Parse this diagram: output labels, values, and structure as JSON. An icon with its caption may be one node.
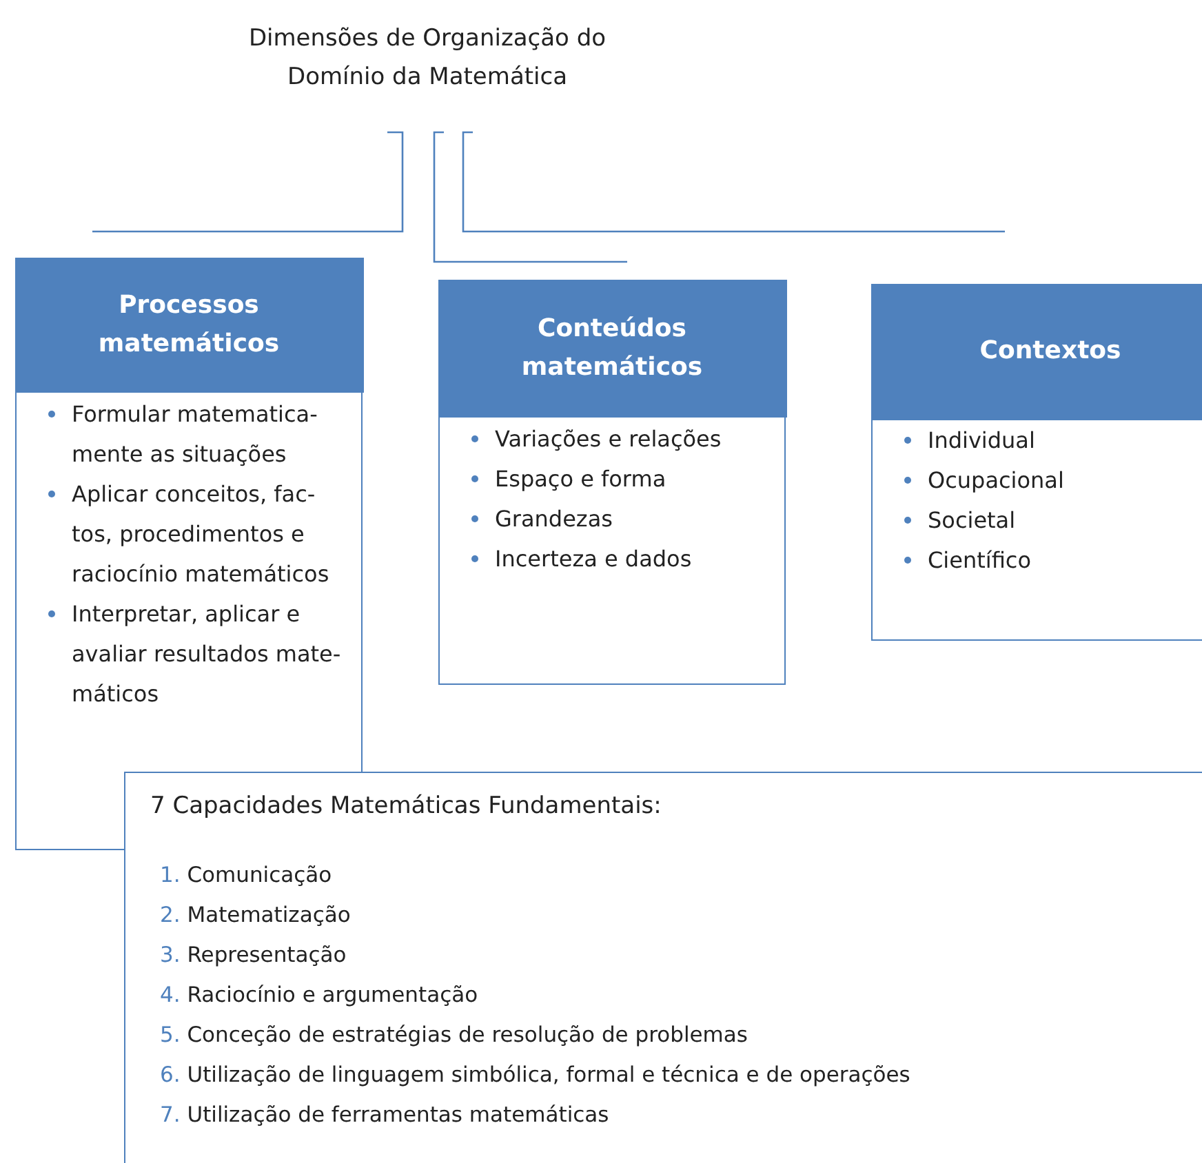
{
  "diagram": {
    "title": "Dimensões de Organização do Domínio da Matemática",
    "nodes": [
      {
        "text": [
          "Processos matemáticos",
          "Formular matematica- mente as situações",
          "Aplicar conceitos, fac- tos, procedimentos e raciocínio matemáticos",
          "Interpretar, aplicar e avaliar resultados mate- máticos"
        ]
      },
      {
        "text": [
          "Conteúdos matemáticos",
          "Variações e relações",
          "Espaço e forma",
          "Grandezas",
          "Incerteza e dados"
        ]
      },
      {
        "text": [
          "Contextos",
          "Individual",
          "Ocupacional",
          "Societal",
          "Científico"
        ]
      },
      {
        "text": [
          "7 Capacidades Matemáticas Fundamentais:",
          "1. Comunicação",
          "2. Matematização",
          "3. Representação",
          "4. Raciocínio e argumentação",
          "5. Conceção de estratégias de resolução de problemas",
          "6. Utilização de linguagem simbólica, formal e técnica e de operações",
          "7. Utilização de ferramentas matemáticas"
        ]
      }
    ],
    "edges": []
  }
}
